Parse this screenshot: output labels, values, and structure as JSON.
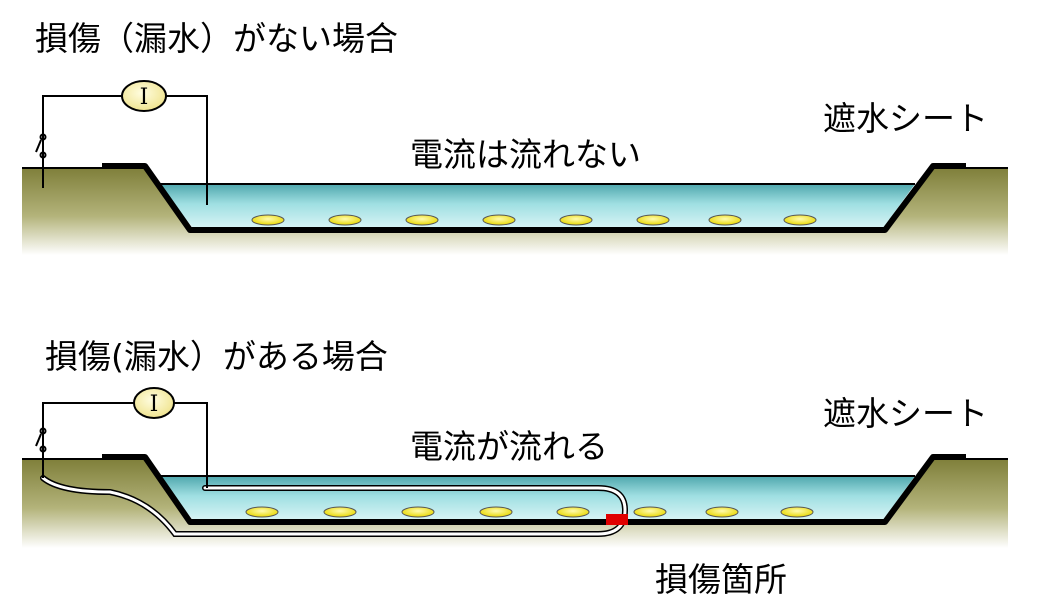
{
  "top": {
    "title": "損傷（漏水）がない場合",
    "sheet_label": "遮水シート",
    "current_label": "電流は流れない",
    "meter_symbol": "I"
  },
  "bottom": {
    "title": "損傷(漏水）がある場合",
    "sheet_label": "遮水シート",
    "current_label": "電流が流れる",
    "damage_label": "損傷箇所",
    "meter_symbol": "I"
  },
  "colors": {
    "ground": "#9a9a4e",
    "water": "#8fd3d6",
    "electrode": "#f2e600",
    "meter": "#f6f0a0",
    "damage": "#e00000"
  }
}
